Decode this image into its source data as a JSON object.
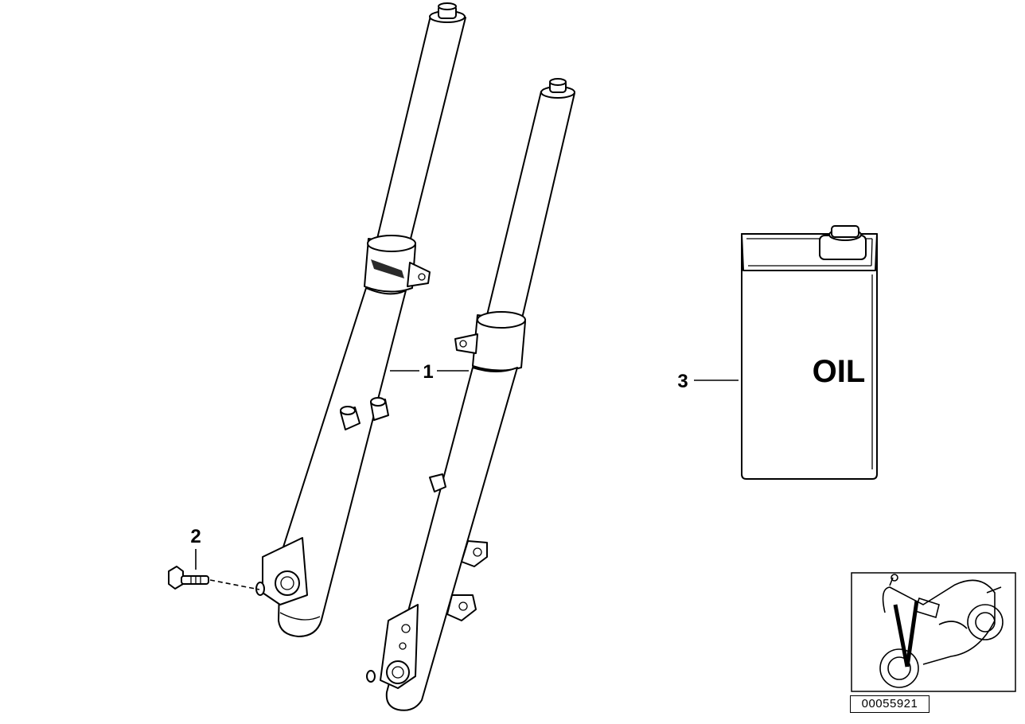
{
  "callouts": {
    "fork": "1",
    "bolt": "2",
    "oil_can": "3"
  },
  "oil_can_label": "OIL",
  "diagram_id": "00055921"
}
